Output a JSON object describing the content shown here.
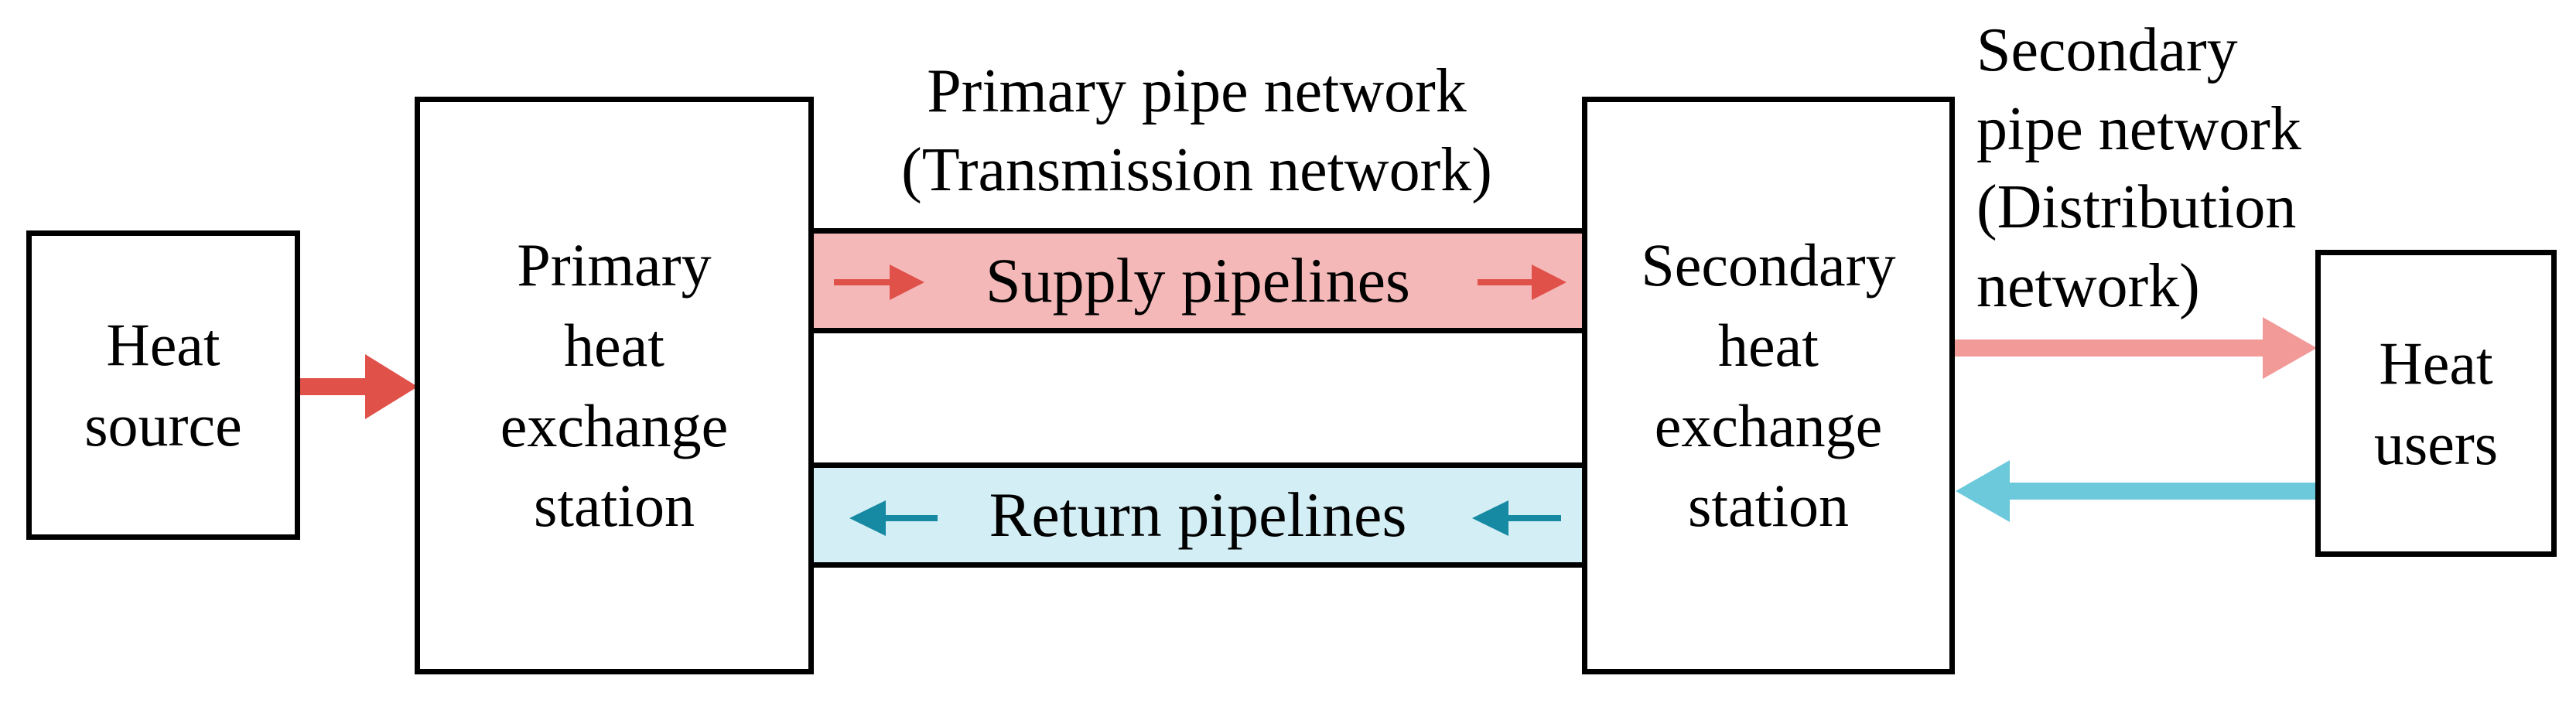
{
  "boxes": {
    "heat_source": "Heat\nsource",
    "primary_station": "Primary\nheat\nexchange\nstation",
    "secondary_station": "Secondary\nheat\nexchange\nstation",
    "heat_users": "Heat\nusers"
  },
  "pipes": {
    "supply": "Supply pipelines",
    "return": "Return pipelines"
  },
  "labels": {
    "primary_network": "Primary pipe network\n(Transmission network)",
    "secondary_network": "Secondary\npipe network\n(Distribution\nnetwork)"
  },
  "colors": {
    "supply_fill": "#f4b8b8",
    "return_fill": "#d3eef4",
    "supply_arrow": "#e0514a",
    "return_arrow": "#1689a3",
    "secondary_supply_arrow": "#f29a98",
    "secondary_return_arrow": "#6cc9dc"
  }
}
